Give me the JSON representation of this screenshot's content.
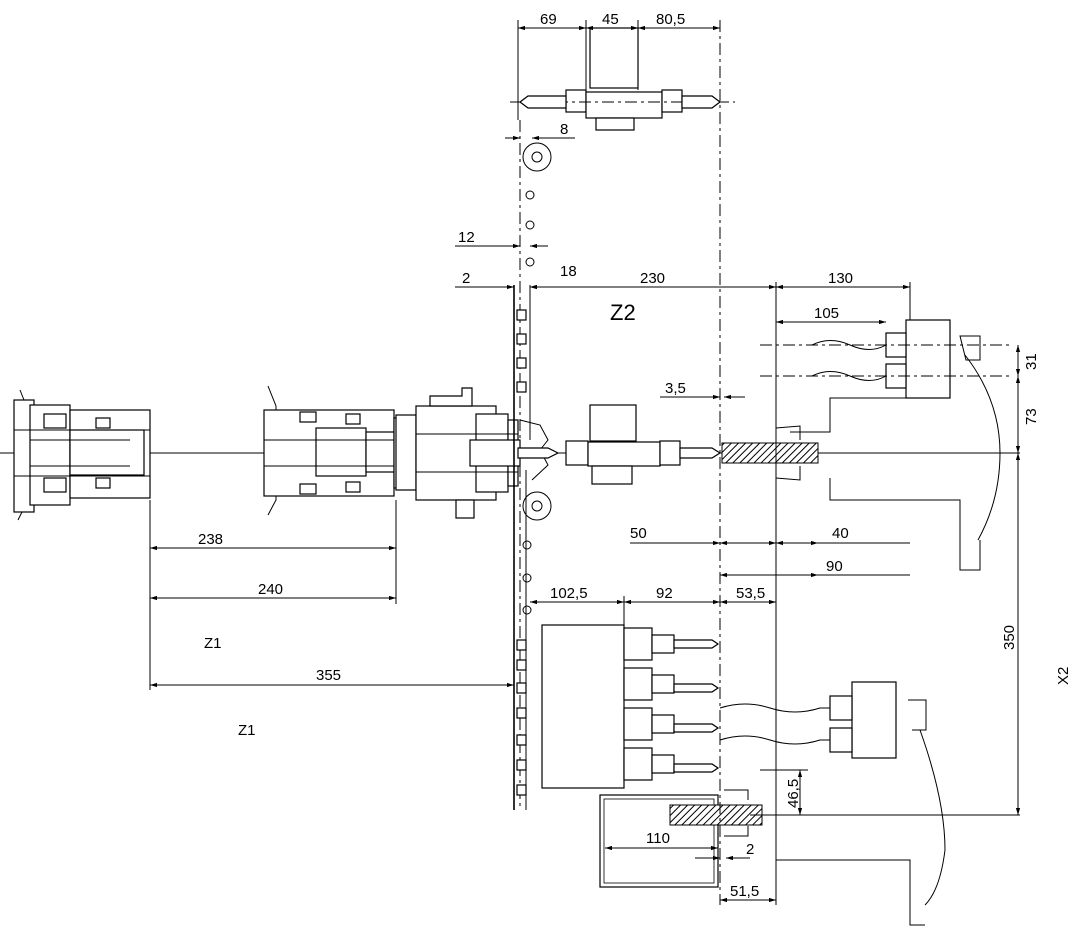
{
  "drawing": {
    "axis_labels": {
      "z1_upper": "Z1",
      "z1_lower": "Z1",
      "z2": "Z2",
      "x2": "X2"
    },
    "dimensions": {
      "top_69": "69",
      "top_45": "45",
      "top_80_5": "80,5",
      "d_8": "8",
      "d_12": "12",
      "d_2_top": "2",
      "d_18": "18",
      "d_230": "230",
      "d_130": "130",
      "d_105": "105",
      "d_31": "31",
      "d_73": "73",
      "d_3_5": "3,5",
      "d_50": "50",
      "d_40": "40",
      "d_90": "90",
      "d_238": "238",
      "d_240": "240",
      "d_355": "355",
      "d_102_5": "102,5",
      "d_92": "92",
      "d_53_5": "53,5",
      "d_350": "350",
      "d_46_5": "46,5",
      "d_110": "110",
      "d_2_bottom": "2",
      "d_51_5": "51,5"
    }
  }
}
